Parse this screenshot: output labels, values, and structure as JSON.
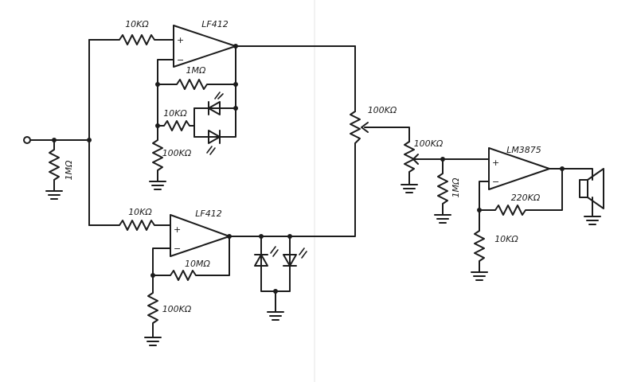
{
  "components": {
    "opamp_top": "LF412",
    "opamp_bottom": "LF412",
    "amp": "LM3875",
    "r_input_top": "10KΩ",
    "r_feedback_top": "1MΩ",
    "r_led_top": "10KΩ",
    "r_ground_top": "100KΩ",
    "r_input_pulldown": "1MΩ",
    "r_input_bottom": "10KΩ",
    "r_feedback_bottom": "10MΩ",
    "r_ground_bottom": "100KΩ",
    "pot_1": "100KΩ",
    "pot_2": "100KΩ",
    "r_amp_pulldown": "1MΩ",
    "r_amp_feedback": "220KΩ",
    "r_amp_ground": "10KΩ"
  },
  "opamp_pins": {
    "plus": "+",
    "minus": "−"
  }
}
